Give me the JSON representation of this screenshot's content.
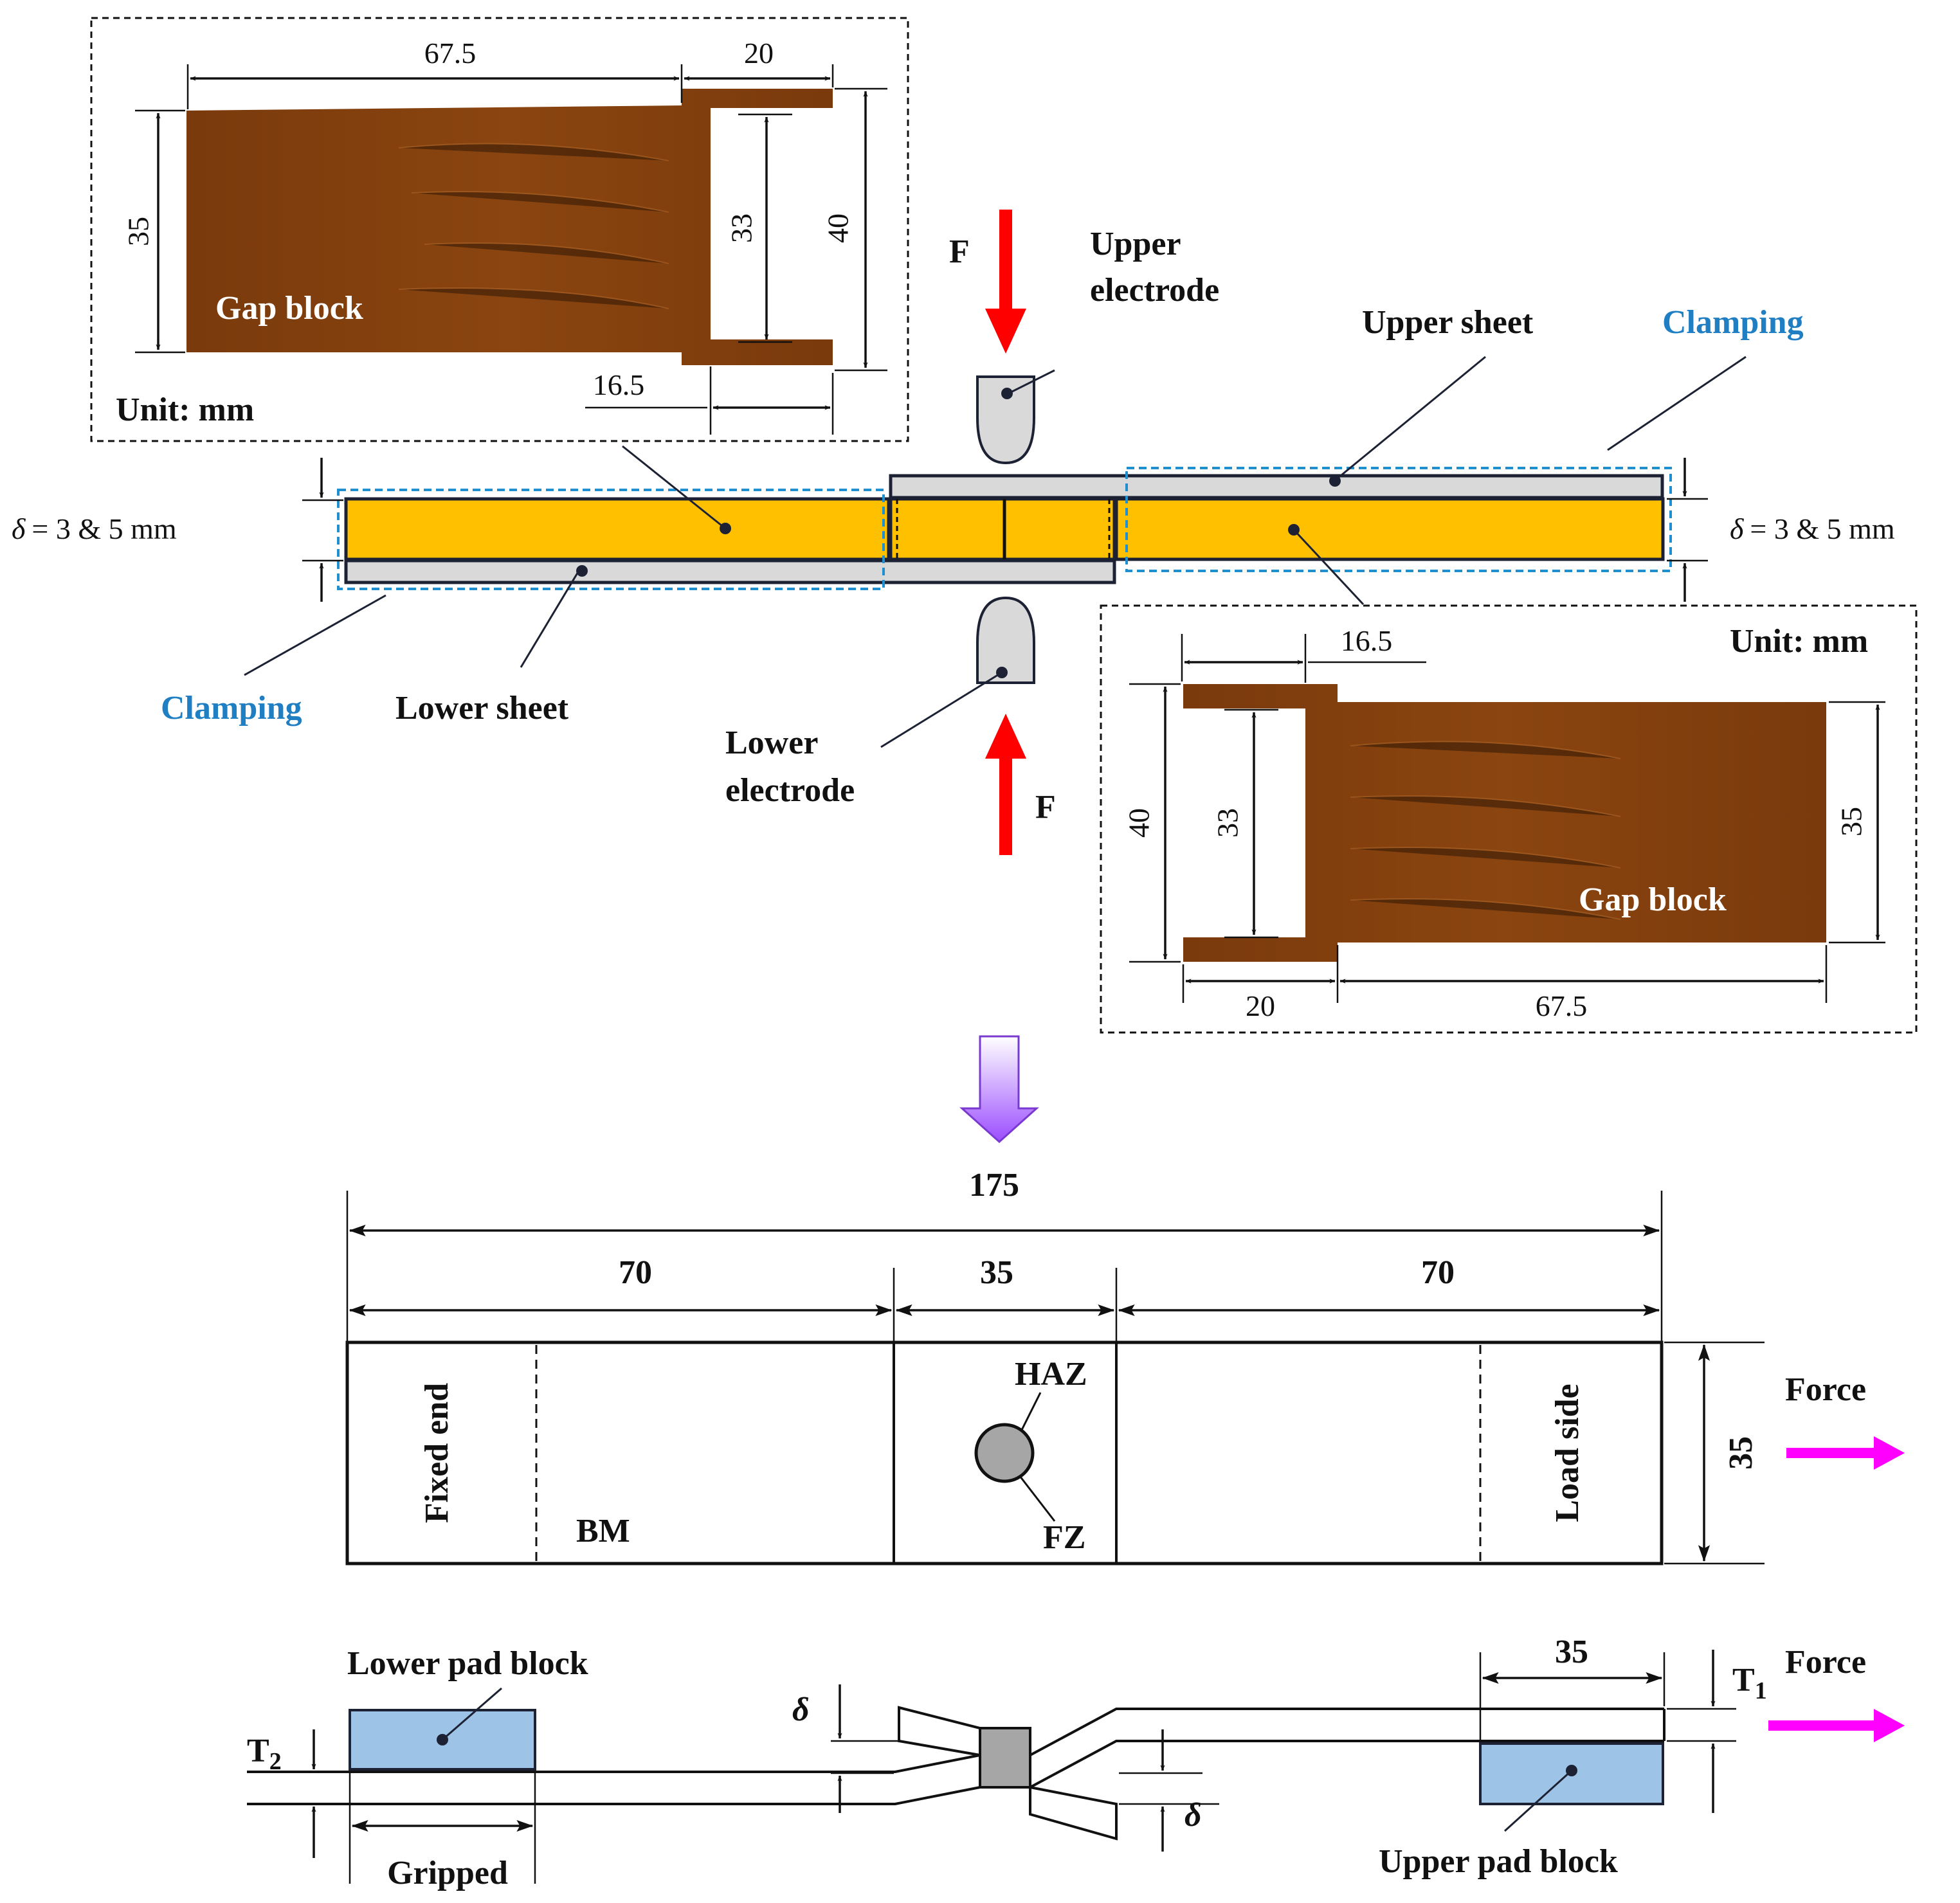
{
  "colors": {
    "gap_block": "#7b3a0a",
    "spacer": "#ffc000",
    "sheet": "#d9d9d9",
    "clamp_box": "#1f8fd0",
    "force_arrow_red": "#ff0000",
    "force_arrow_magenta": "#ff00ff",
    "pad_block": "#9dc3e6",
    "nugget": "#a6a6a6",
    "down_arrow": "#9b4dff"
  },
  "icons": {
    "force_arrow": "arrow",
    "process_arrow": "down-arrow",
    "electrode": "electrode-shape"
  },
  "top_left_inset": {
    "block_label": "Gap block",
    "unit_label": "Unit: mm",
    "dim_length": "67.5",
    "dim_tab": "20",
    "dim_height": "35",
    "dim_slot": "33",
    "dim_total_height": "40",
    "dim_slot_depth": "16.5"
  },
  "bottom_right_inset": {
    "block_label": "Gap block",
    "unit_label": "Unit: mm",
    "dim_length": "67.5",
    "dim_tab": "20",
    "dim_height": "35",
    "dim_slot": "33",
    "dim_total_height": "40",
    "dim_slot_depth": "16.5"
  },
  "assembly": {
    "force_label_top": "F",
    "force_label_bottom": "F",
    "upper_electrode_line1": "Upper",
    "upper_electrode_line2": "electrode",
    "lower_electrode_line1": "Lower",
    "lower_electrode_line2": "electrode",
    "upper_sheet": "Upper sheet",
    "lower_sheet": "Lower sheet",
    "clamping_left": "Clamping",
    "clamping_right": "Clamping",
    "delta_value": "= 3 & 5 mm",
    "delta_symbol": "δ"
  },
  "plan_view": {
    "dim_total": "175",
    "dim_left": "70",
    "dim_center": "35",
    "dim_right": "70",
    "dim_width": "35",
    "fixed_end": "Fixed end",
    "load_side": "Load side",
    "bm": "BM",
    "haz": "HAZ",
    "fz": "FZ",
    "force": "Force"
  },
  "side_view": {
    "lower_pad": "Lower pad block",
    "upper_pad": "Upper pad block",
    "gripped": "Gripped",
    "dim_pad": "35",
    "force": "Force",
    "t1": "T",
    "t1_sub": "1",
    "t2": "T",
    "t2_sub": "2",
    "delta_top": "δ",
    "delta_bottom": "δ"
  }
}
